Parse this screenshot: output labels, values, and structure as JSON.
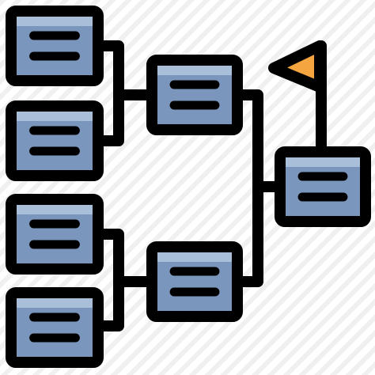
{
  "icon": {
    "name": "tournament-bracket-icon",
    "colors": {
      "stroke": "#000000",
      "box_fill": "#7b96bd",
      "box_highlight": "#a9bfd9",
      "flag_fill": "#f4a53f",
      "background": "#ffffff",
      "watermark_stripes": "#f0f0f0"
    },
    "bracket": {
      "round1_entries": 4,
      "semifinal_entries": 2,
      "final_entries": 1
    }
  }
}
